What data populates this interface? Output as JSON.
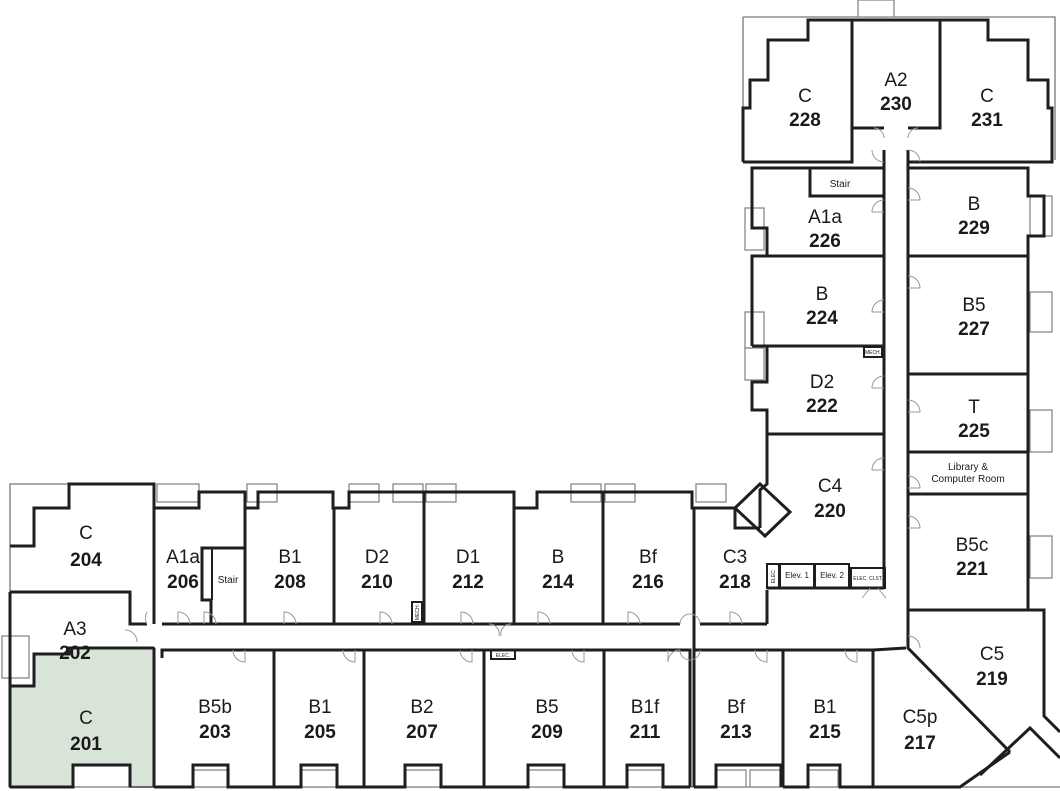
{
  "units": [
    {
      "id": "u204",
      "type": "C",
      "number": "204"
    },
    {
      "id": "u206",
      "type": "A1a",
      "number": "206"
    },
    {
      "id": "u208",
      "type": "B1",
      "number": "208"
    },
    {
      "id": "u210",
      "type": "D2",
      "number": "210"
    },
    {
      "id": "u212",
      "type": "D1",
      "number": "212"
    },
    {
      "id": "u214",
      "type": "B",
      "number": "214"
    },
    {
      "id": "u216",
      "type": "Bf",
      "number": "216"
    },
    {
      "id": "u218",
      "type": "C3",
      "number": "218"
    },
    {
      "id": "u202",
      "type": "A3",
      "number": "202"
    },
    {
      "id": "u201",
      "type": "C",
      "number": "201",
      "highlighted": true
    },
    {
      "id": "u203",
      "type": "B5b",
      "number": "203"
    },
    {
      "id": "u205",
      "type": "B1",
      "number": "205"
    },
    {
      "id": "u207",
      "type": "B2",
      "number": "207"
    },
    {
      "id": "u209",
      "type": "B5",
      "number": "209"
    },
    {
      "id": "u211",
      "type": "B1f",
      "number": "211"
    },
    {
      "id": "u213",
      "type": "Bf",
      "number": "213"
    },
    {
      "id": "u215",
      "type": "B1",
      "number": "215"
    },
    {
      "id": "u217",
      "type": "C5p",
      "number": "217"
    },
    {
      "id": "u219",
      "type": "C5",
      "number": "219"
    },
    {
      "id": "u221",
      "type": "B5c",
      "number": "221"
    },
    {
      "id": "u220",
      "type": "C4",
      "number": "220"
    },
    {
      "id": "u222",
      "type": "D2",
      "number": "222"
    },
    {
      "id": "u224",
      "type": "B",
      "number": "224"
    },
    {
      "id": "u226",
      "type": "A1a",
      "number": "226"
    },
    {
      "id": "u228",
      "type": "C",
      "number": "228"
    },
    {
      "id": "u230",
      "type": "A2",
      "number": "230"
    },
    {
      "id": "u231",
      "type": "C",
      "number": "231"
    },
    {
      "id": "u229",
      "type": "B",
      "number": "229"
    },
    {
      "id": "u227",
      "type": "B5",
      "number": "227"
    },
    {
      "id": "u225",
      "type": "T",
      "number": "225"
    }
  ],
  "labels": {
    "stair_top": "Stair",
    "stair_left": "Stair",
    "library_line1": "Library &",
    "library_line2": "Computer Room",
    "elev1": "Elev. 1",
    "elev2": "Elev. 2",
    "elec_clst": "ELEC. CLST.",
    "mech_a": "MECH.",
    "mech_b": "MECH.",
    "elec": "ELEC.",
    "elec_small": "ELEC."
  },
  "colors": {
    "highlight_fill": "#d9e4d9",
    "highlight_stroke": "#4a5a4a",
    "wall": "#1e1e1e"
  }
}
